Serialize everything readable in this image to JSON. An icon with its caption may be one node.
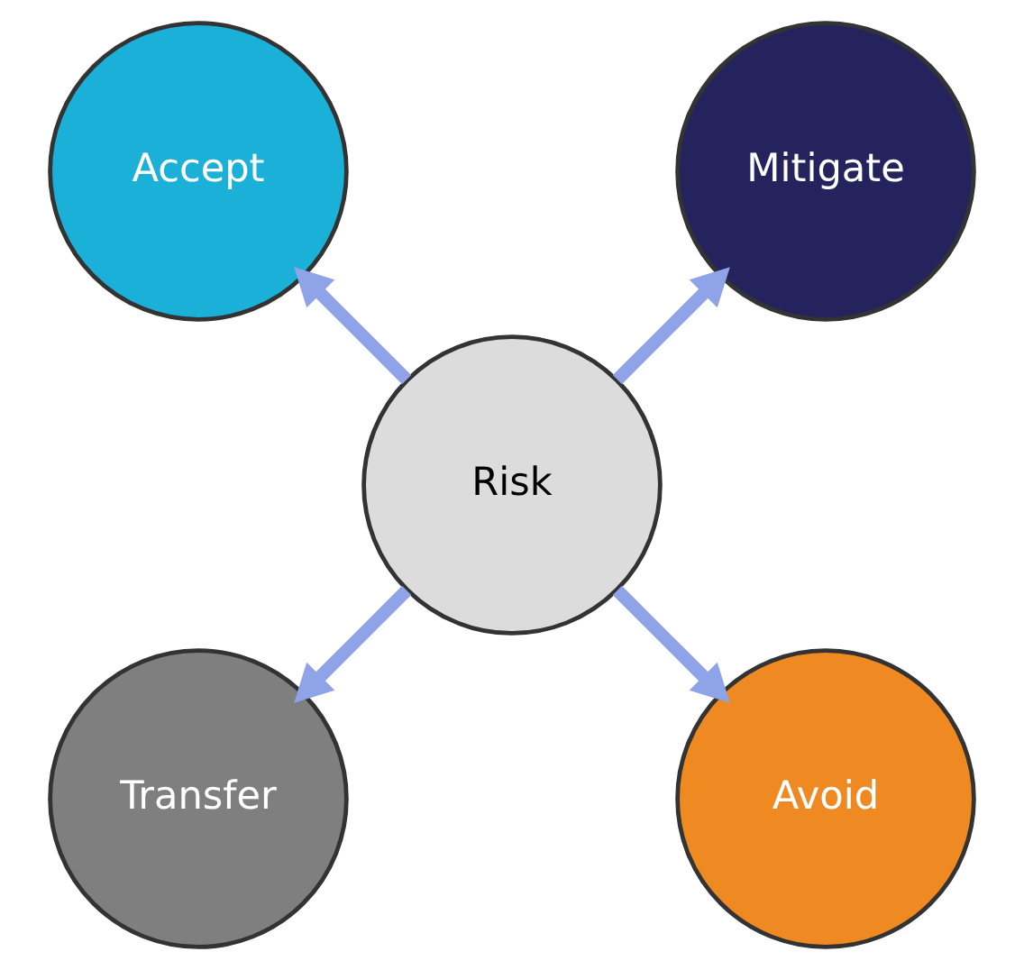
{
  "diagram": {
    "nodes": [
      {
        "text": [
          "Risk"
        ]
      },
      {
        "text": [
          "Mitigate"
        ]
      },
      {
        "text": [
          "Accept"
        ]
      },
      {
        "text": [
          "Transfer"
        ]
      },
      {
        "text": [
          "Avoid"
        ]
      }
    ],
    "edges": [
      {
        "from": 0,
        "to": 1,
        "arrow": "to"
      },
      {
        "from": 0,
        "to": 2,
        "arrow": "to"
      },
      {
        "from": 0,
        "to": 3,
        "arrow": "to"
      },
      {
        "from": 0,
        "to": 4,
        "arrow": "to"
      }
    ]
  }
}
